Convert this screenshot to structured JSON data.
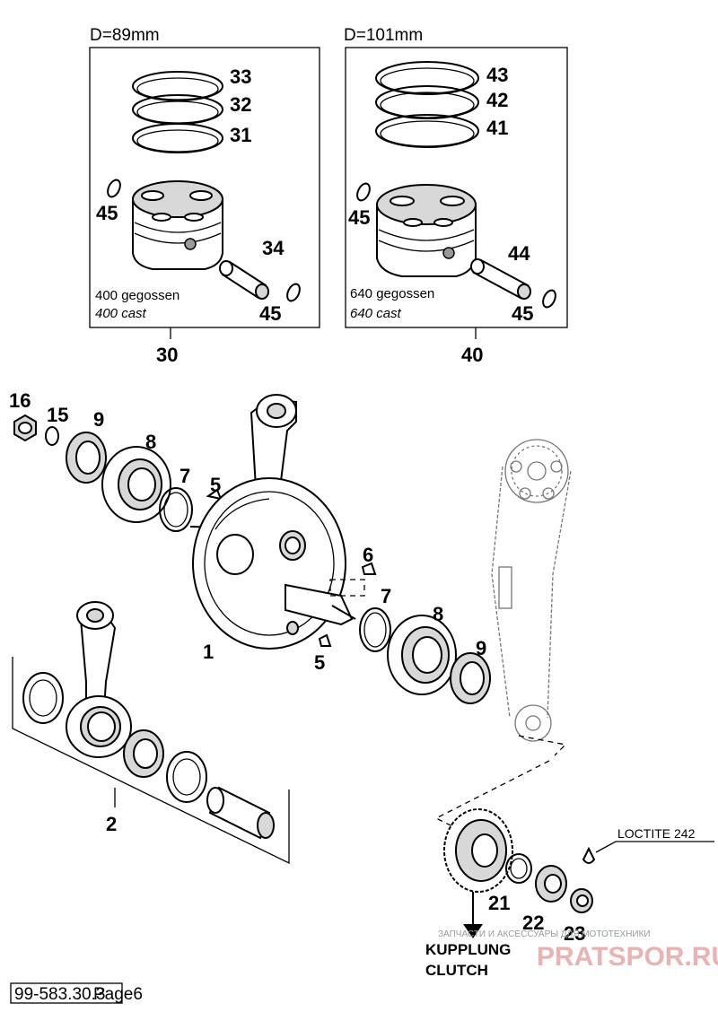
{
  "kit_left": {
    "diameter": "D=89mm",
    "rings": [
      "33",
      "32",
      "31"
    ],
    "clip_top": "45",
    "pin": "34",
    "clip_bottom": "45",
    "caption_de": "400 gegossen",
    "caption_en": "400 cast",
    "kit_number": "30"
  },
  "kit_right": {
    "diameter": "D=101mm",
    "rings": [
      "43",
      "42",
      "41"
    ],
    "clip_top": "45",
    "pin": "44",
    "clip_bottom": "45",
    "caption_de": "640 gegossen",
    "caption_en": "640 cast",
    "kit_number": "40"
  },
  "crank_labels": {
    "nut": "16",
    "lock_washer": "15",
    "seal_left": "9",
    "bearing_left": "8",
    "shim_left": "7",
    "key_left": "5",
    "key_right_top": "6",
    "shim_right": "7",
    "bearing_right": "8",
    "seal_right": "9",
    "crankshaft": "1",
    "key_right_bottom": "5",
    "conrod_kit": "2"
  },
  "gear_labels": {
    "circlip": "21",
    "nut": "22",
    "washer": "23",
    "loctite": "LOCTITE 242",
    "clutch_de": "KUPPLUNG",
    "clutch_en": "CLUTCH"
  },
  "footer": {
    "doc_number": "99-583.30.3",
    "page": "Page6"
  },
  "watermark": {
    "tagline": "ЗАПЧАСТИ И АКСЕССУАРЫ ДЛЯ МОТОТЕХНИКИ",
    "brand": "PRATSPOR.RU"
  }
}
